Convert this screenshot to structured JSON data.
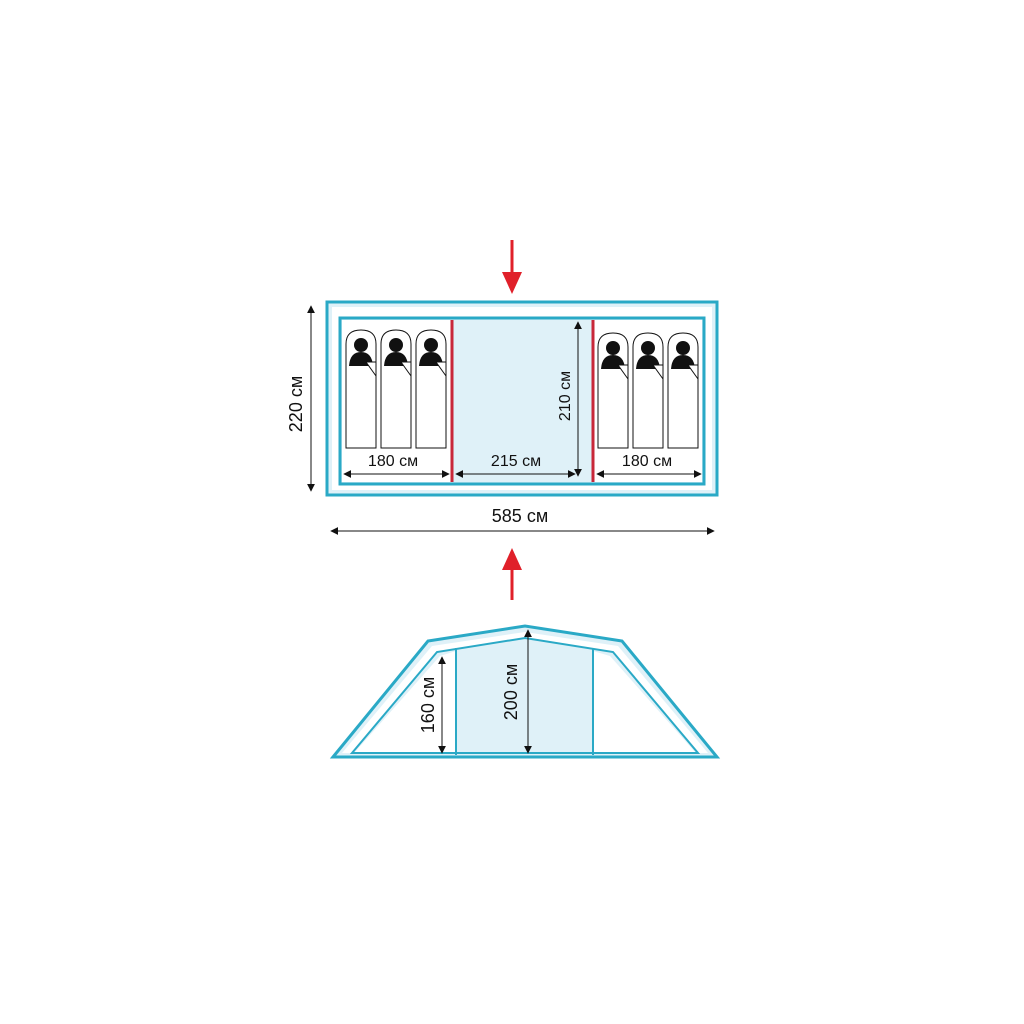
{
  "colors": {
    "tent_stroke": "#2aa9c6",
    "tent_fill": "#dff1f8",
    "divider": "#c8283a",
    "arrow_red": "#e0202a",
    "dim_line": "#111111",
    "sleeper": "#111111"
  },
  "icons": [
    "down-arrow-icon",
    "up-arrow-icon",
    "sleeping-person-icon"
  ],
  "plan": {
    "total_width_label": "585 см",
    "total_depth_label": "220 см",
    "left_room_label": "180 см",
    "center_room_label": "215 см",
    "center_depth_label": "210 см",
    "right_room_label": "180 см"
  },
  "side": {
    "center_height_label": "200 см",
    "room_height_label": "160 см"
  }
}
